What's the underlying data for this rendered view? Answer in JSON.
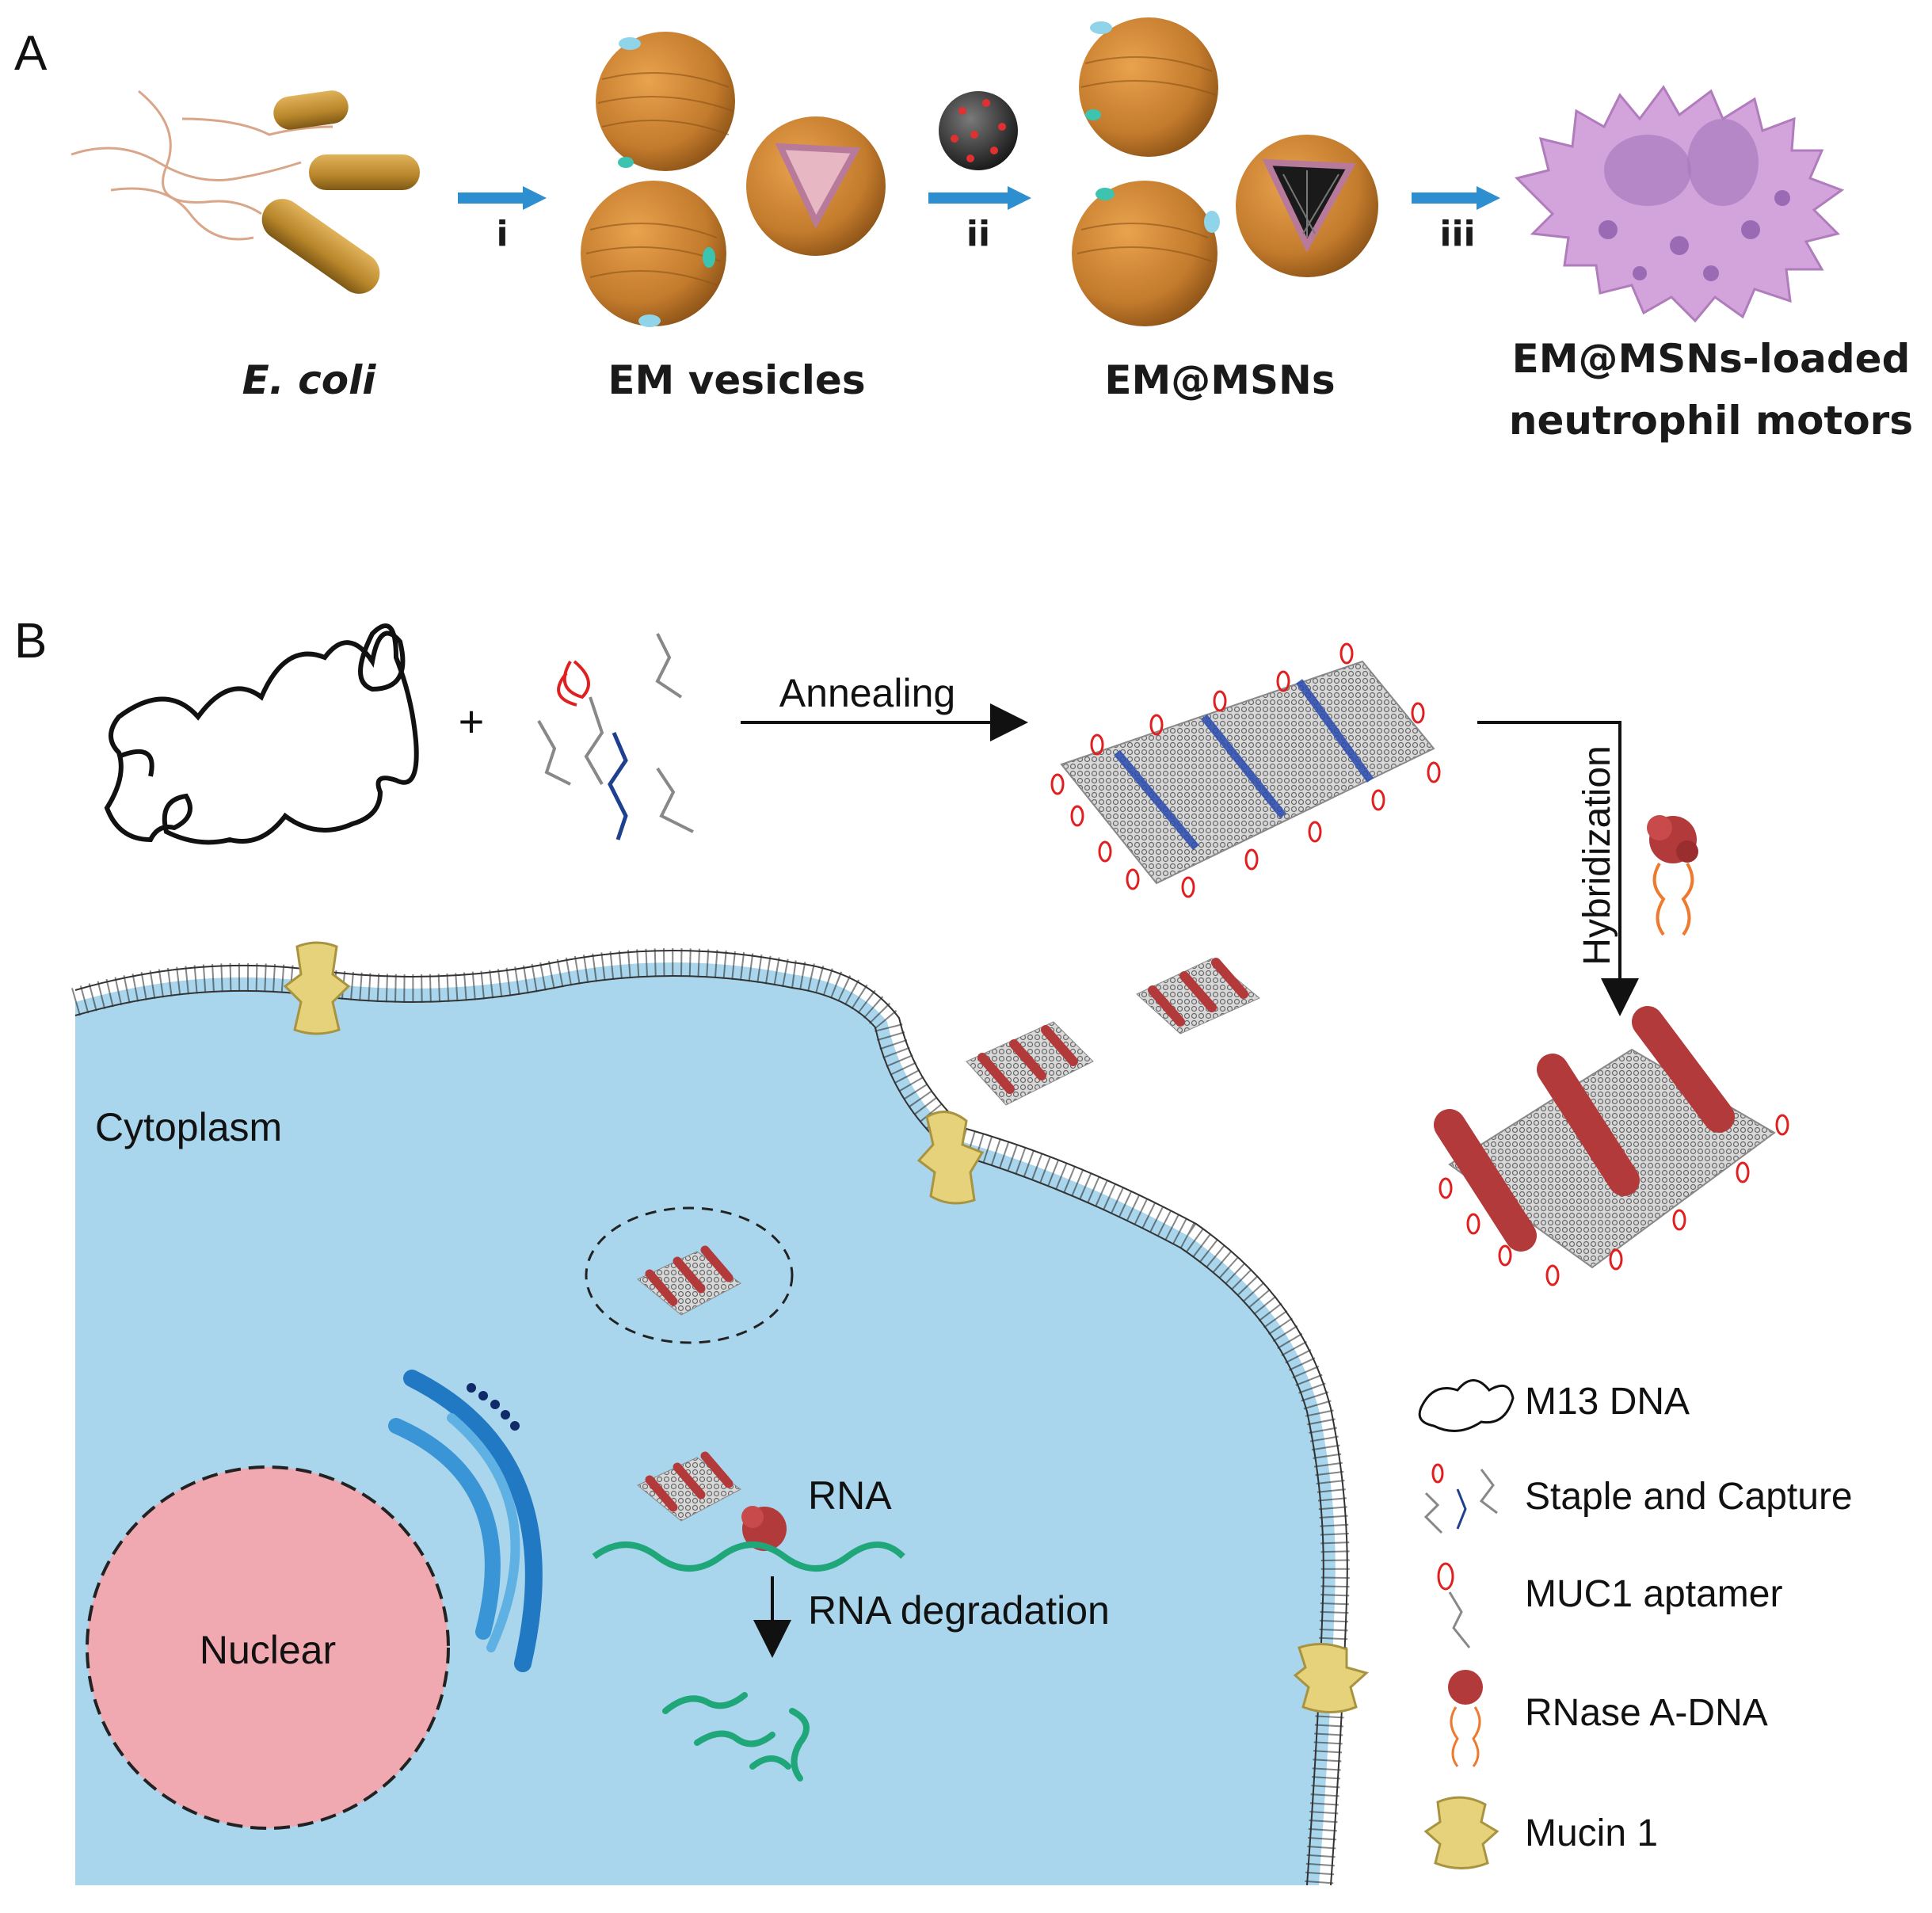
{
  "panel_a": {
    "label": "A",
    "steps": [
      "i",
      "ii",
      "iii"
    ],
    "captions": {
      "ecoli": "E. coli",
      "vesicles": "EM vesicles",
      "em_msns": "EM@MSNs",
      "motors_line1": "EM@MSNs-loaded",
      "motors_line2": "neutrophil motors"
    }
  },
  "panel_b": {
    "label": "B",
    "plus": "+",
    "annealing": "Annealing",
    "hybridization": "Hybridization",
    "cytoplasm": "Cytoplasm",
    "nuclear": "Nuclear",
    "rna": "RNA",
    "rna_degradation": "RNA degradation",
    "legend": [
      "M13 DNA",
      "Staple and Capture",
      "MUC1 aptamer",
      "RNase A-DNA",
      "Mucin 1"
    ]
  },
  "colors": {
    "bacteria": "#b8862a",
    "vesicle": "#c98232",
    "arrow_blue": "#2e8fd0",
    "neutrophil": "#cf9ad8",
    "cytoplasm": "#a9d6ec",
    "nucleus": "#f0a9b1",
    "er": "#2179c4",
    "mucin": "#e6d27a",
    "rnase": "#b33a3a",
    "aptamer": "#e02020",
    "capture": "#1f3f8f",
    "rna": "#1fa77a"
  }
}
